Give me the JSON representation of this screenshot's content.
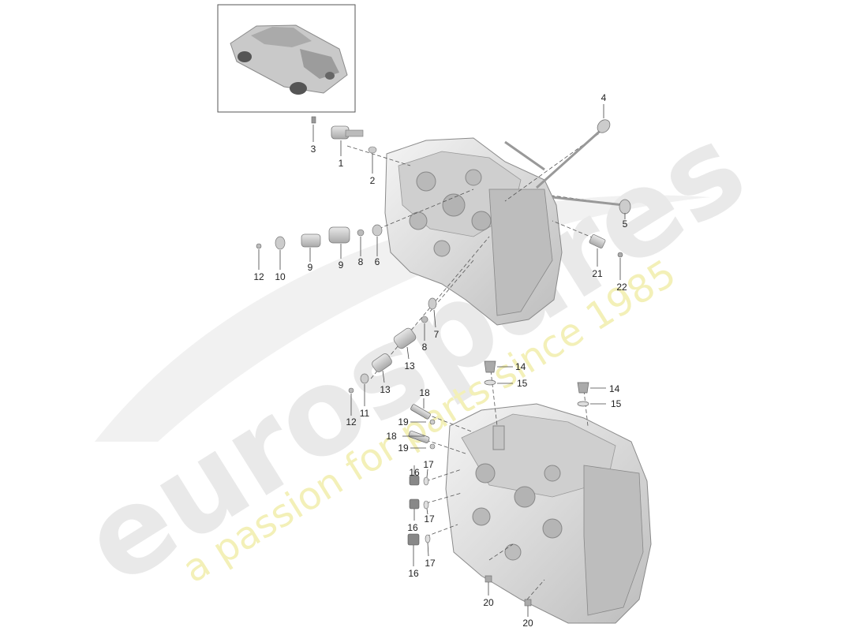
{
  "watermark": {
    "brand": "eurospares",
    "tagline": "a passion for parts since 1985"
  },
  "thumbnail": {
    "icon": "car-thumbnail-icon"
  },
  "callouts": {
    "c1": "1",
    "c2": "2",
    "c3": "3",
    "c4": "4",
    "c5": "5",
    "c6": "6",
    "c7": "7",
    "c8a": "8",
    "c8b": "8",
    "c9a": "9",
    "c9b": "9",
    "c10": "10",
    "c11": "11",
    "c12a": "12",
    "c12b": "12",
    "c13a": "13",
    "c13b": "13",
    "c14a": "14",
    "c14b": "14",
    "c15a": "15",
    "c15b": "15",
    "c16a": "16",
    "c16b": "16",
    "c16c": "16",
    "c17a": "17",
    "c17b": "17",
    "c17c": "17",
    "c18a": "18",
    "c18b": "18",
    "c19a": "19",
    "c19b": "19",
    "c20a": "20",
    "c20b": "20",
    "c21": "21",
    "c22": "22"
  }
}
